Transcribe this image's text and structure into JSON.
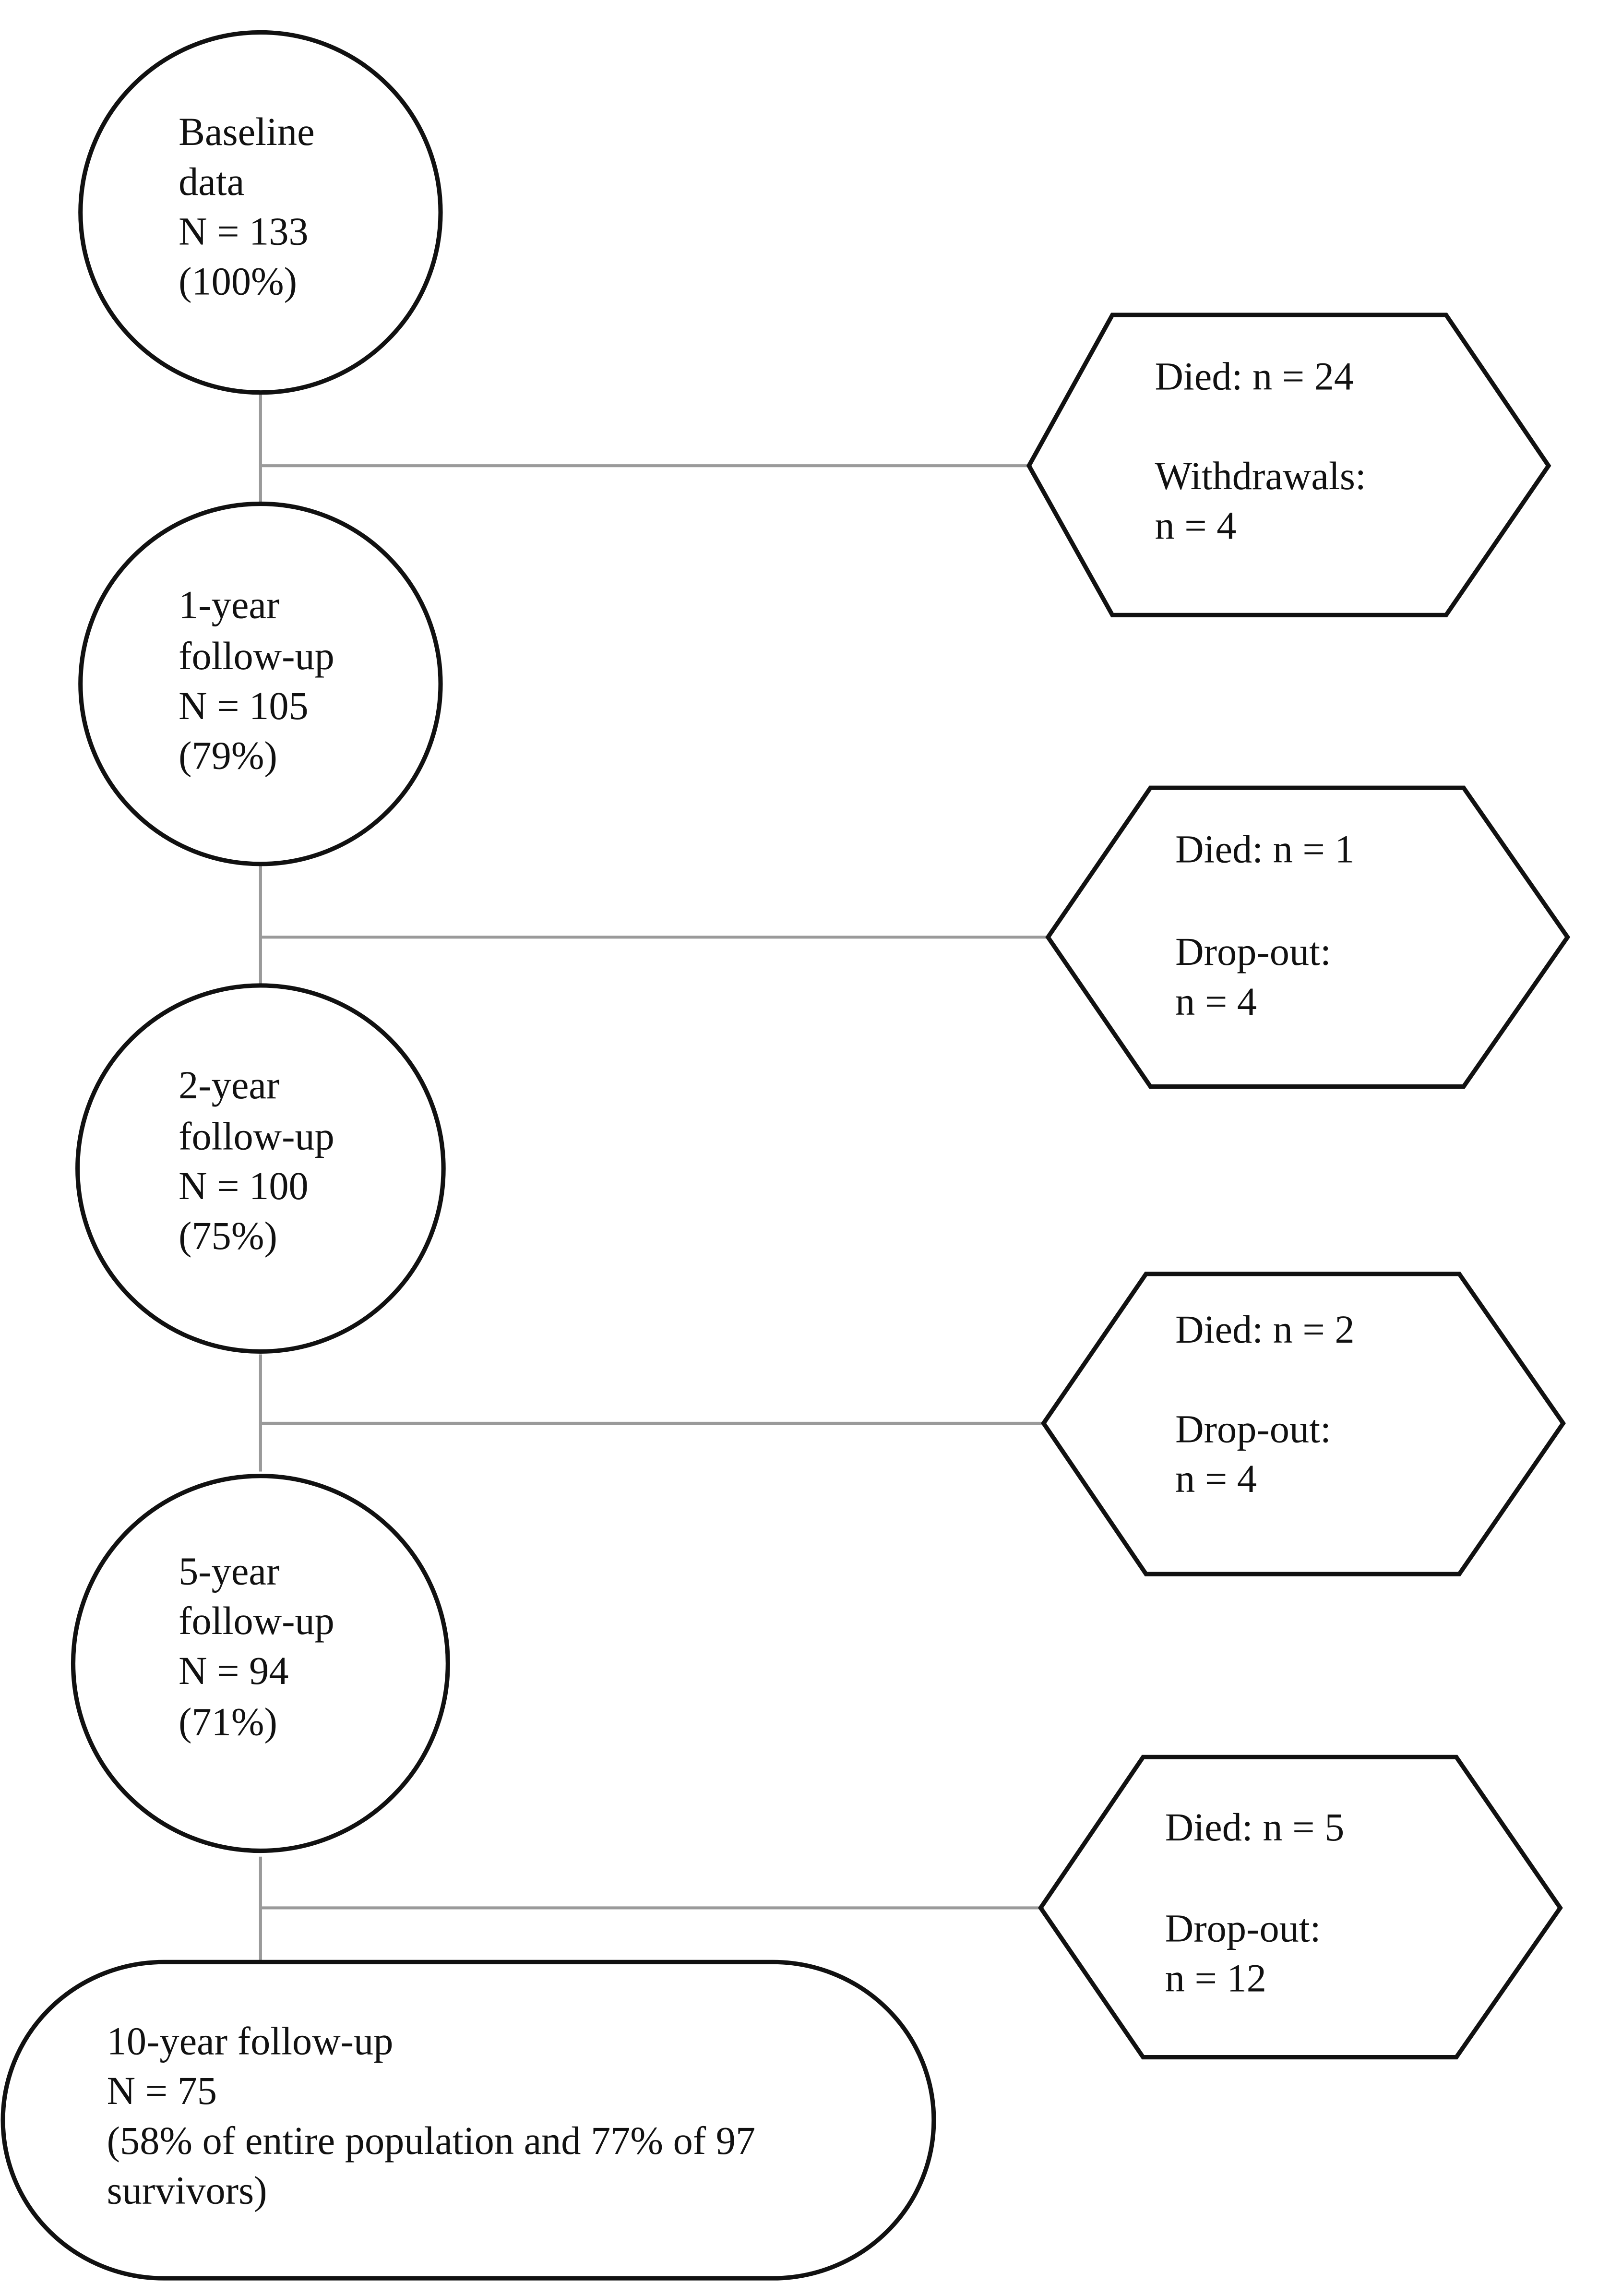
{
  "stages": [
    {
      "lines": [
        "Baseline",
        "data",
        "N = 133",
        "(100%)"
      ]
    },
    {
      "lines": [
        "1-year",
        "follow-up",
        "N = 105",
        "(79%)"
      ]
    },
    {
      "lines": [
        "2-year",
        "follow-up",
        "N = 100",
        "(75%)"
      ]
    },
    {
      "lines": [
        "5-year",
        "follow-up",
        "N = 94",
        "(71%)"
      ]
    },
    {
      "lines": [
        "10-year follow-up",
        "N = 75",
        "(58% of entire population and 77% of 97",
        "survivors)"
      ]
    }
  ],
  "losses": [
    {
      "died": "Died: n = 24",
      "label": "Withdrawals:",
      "count": "n = 4"
    },
    {
      "died": "Died: n = 1",
      "label": "Drop-out:",
      "count": "n = 4"
    },
    {
      "died": "Died: n = 2",
      "label": "Drop-out:",
      "count": "n = 4"
    },
    {
      "died": "Died: n = 5",
      "label": "Drop-out:",
      "count": "n = 12"
    }
  ]
}
